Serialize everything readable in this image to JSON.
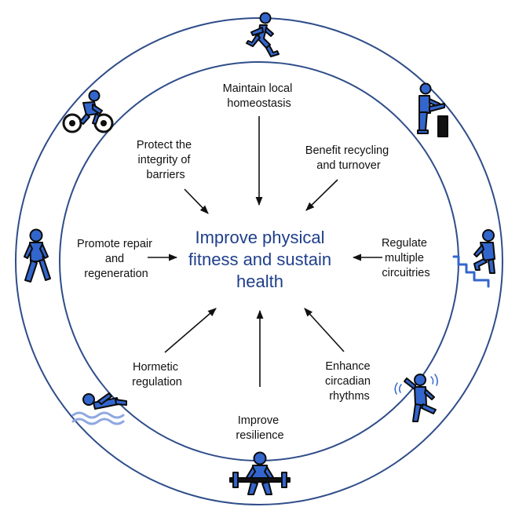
{
  "colors": {
    "ring": "#2f4d8a",
    "figure": "#3366cc",
    "outline": "#0a0a0a",
    "center_text": "#1f3f8a",
    "arrow": "#111111"
  },
  "center": {
    "line1": "Improve physical",
    "line2": "fitness and sustain",
    "line3": "health"
  },
  "effects": [
    {
      "lines": [
        "Maintain local",
        "homeostasis"
      ]
    },
    {
      "lines": [
        "Benefit recycling",
        "and turnover"
      ]
    },
    {
      "lines": [
        "Regulate",
        "multiple",
        "circuitries"
      ]
    },
    {
      "lines": [
        "Enhance",
        "circadian",
        "rhythms"
      ]
    },
    {
      "lines": [
        "Improve",
        "resilience"
      ]
    },
    {
      "lines": [
        "Hormetic",
        "regulation"
      ]
    },
    {
      "lines": [
        "Promote repair",
        "and",
        "regeneration"
      ]
    },
    {
      "lines": [
        "Protect the",
        "integrity of",
        "barriers"
      ]
    }
  ],
  "activities": [
    {
      "icon": "running-icon"
    },
    {
      "icon": "stretching-icon"
    },
    {
      "icon": "stair-climbing-icon"
    },
    {
      "icon": "dancing-icon"
    },
    {
      "icon": "weightlifting-icon"
    },
    {
      "icon": "swimming-icon"
    },
    {
      "icon": "walking-icon"
    },
    {
      "icon": "cycling-icon"
    }
  ]
}
